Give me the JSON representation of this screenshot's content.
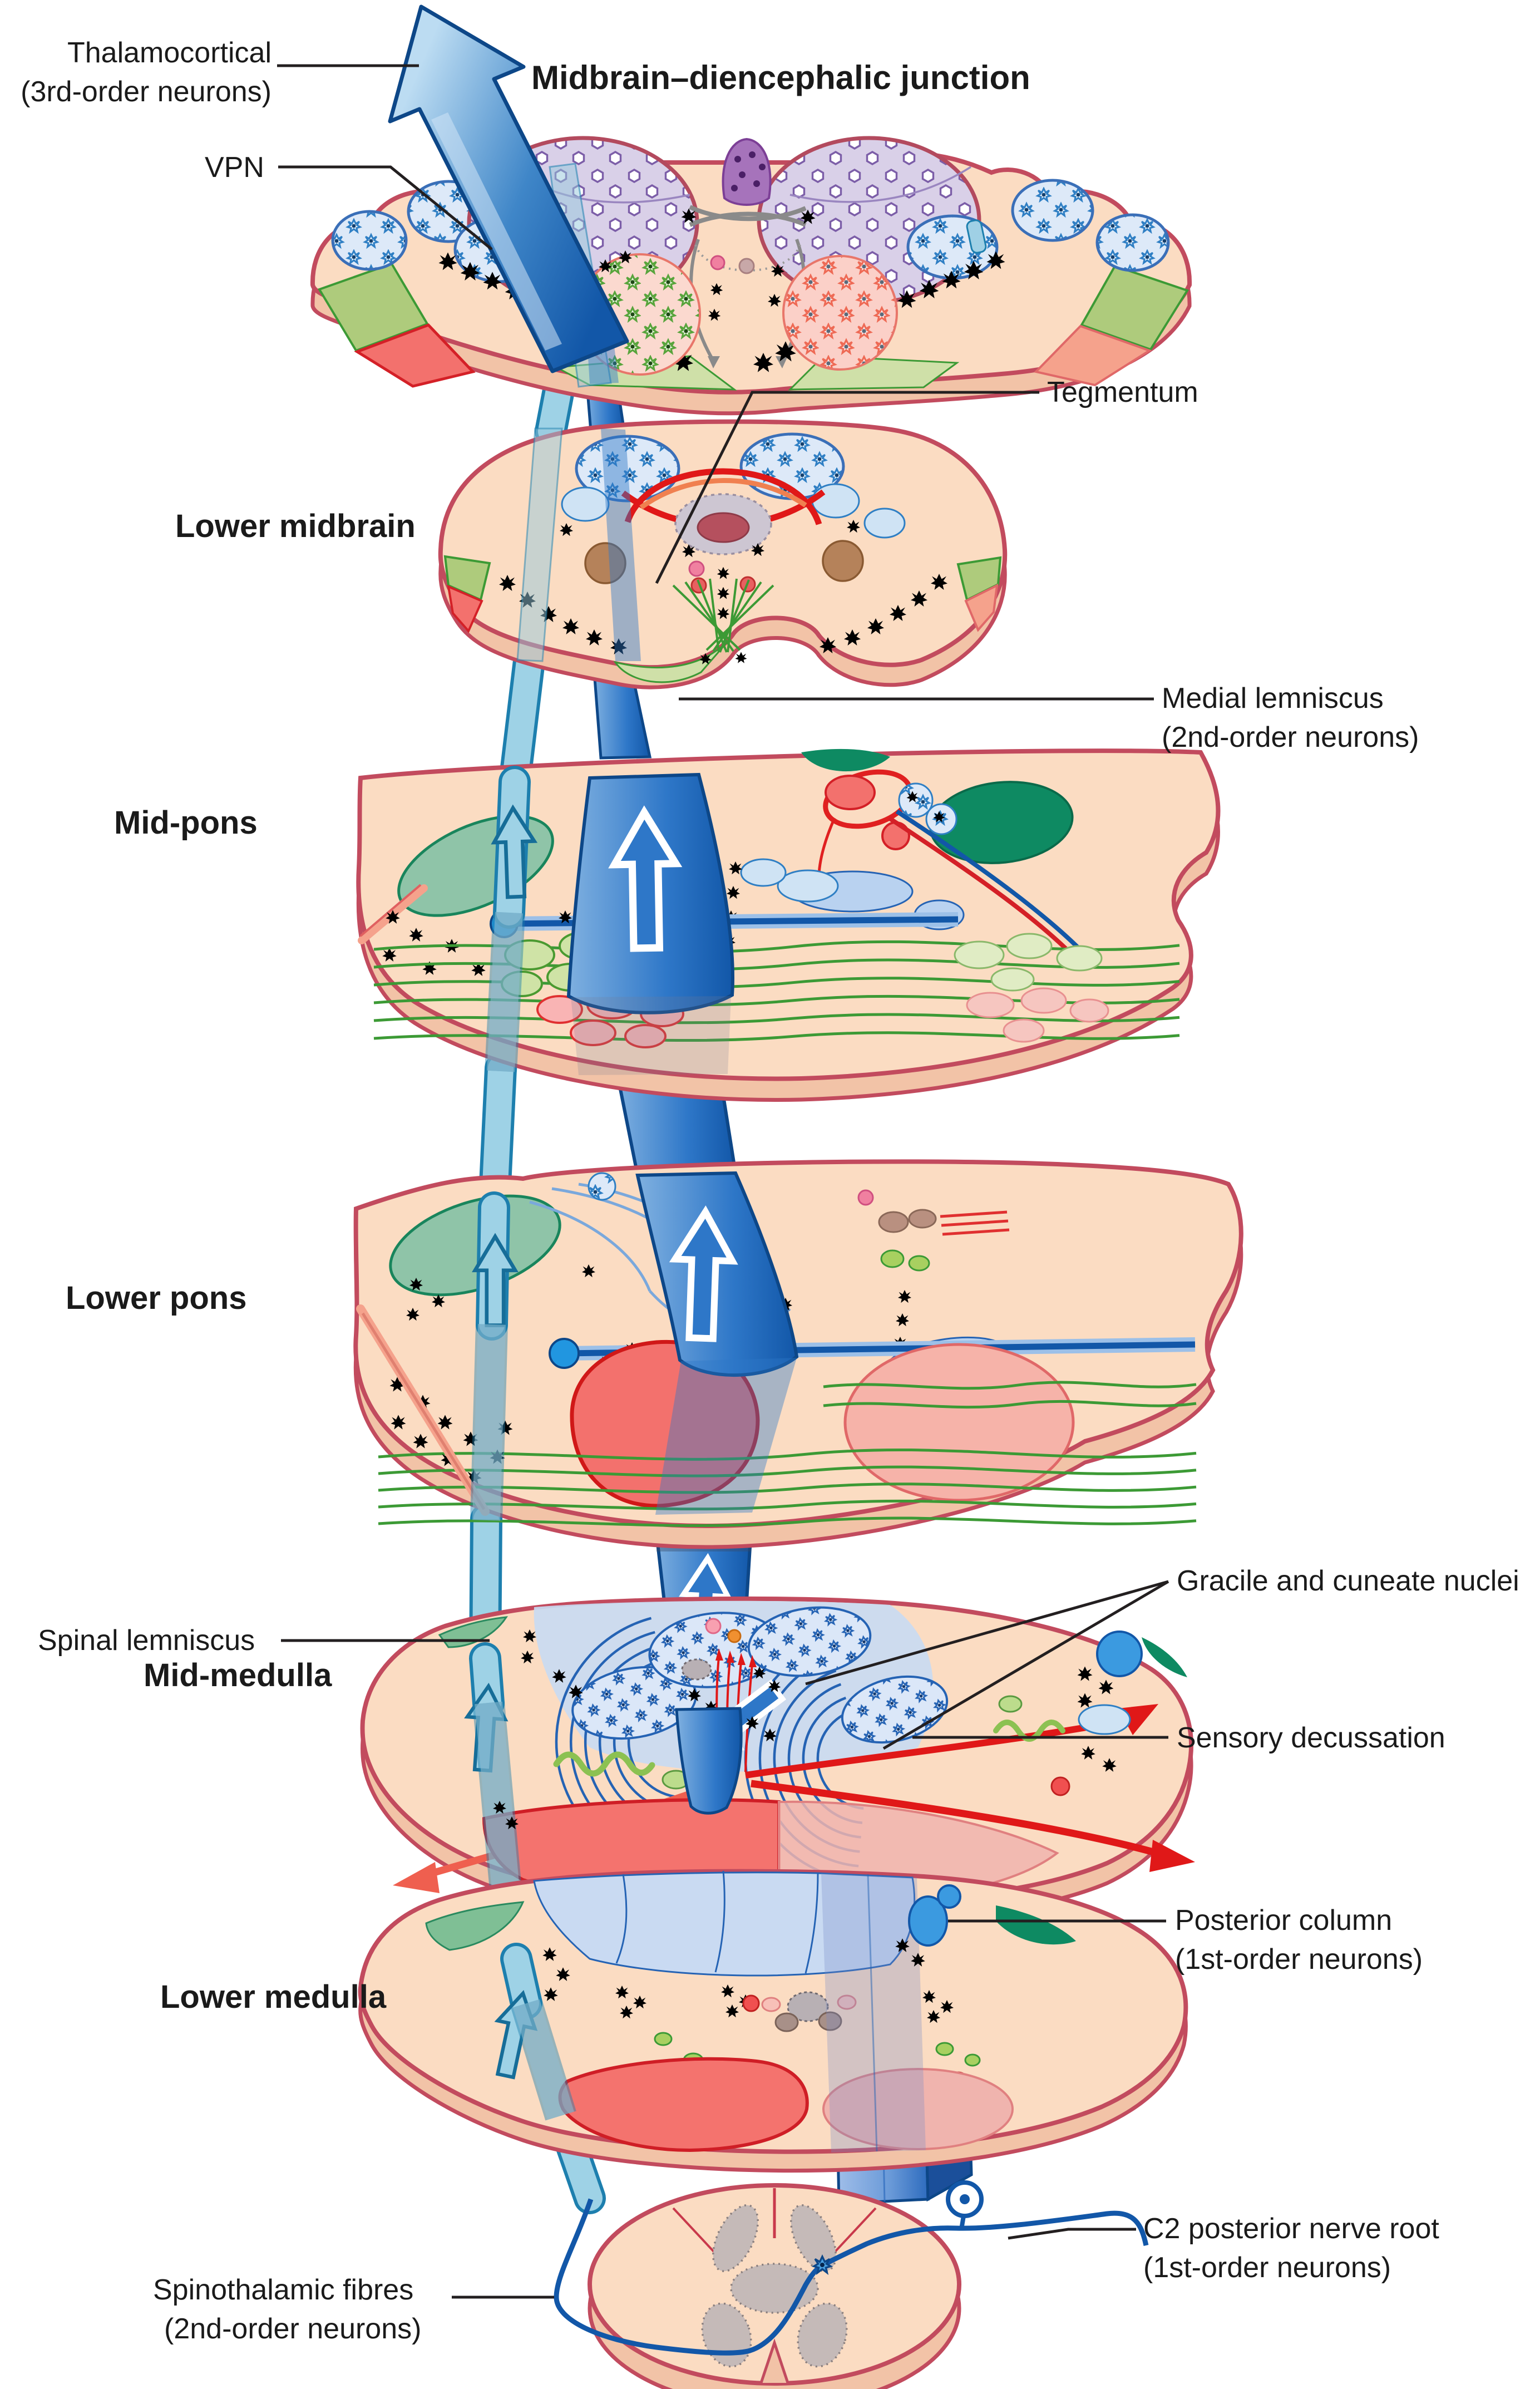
{
  "figure": {
    "title": "Midbrain–diencephalic junction",
    "section_labels": {
      "lower_midbrain": "Lower midbrain",
      "mid_pons": "Mid-pons",
      "lower_pons": "Lower pons",
      "mid_medulla": "Mid-medulla",
      "lower_medulla": "Lower medulla"
    },
    "annotations": {
      "thalamocortical_line1": "Thalamocortical",
      "thalamocortical_line2": "(3rd-order neurons)",
      "vpn": "VPN",
      "tegmentum": "Tegmentum",
      "medial_lemniscus_line1": "Medial lemniscus",
      "medial_lemniscus_line2": "(2nd-order neurons)",
      "spinal_lemniscus": "Spinal lemniscus",
      "gracile_cuneate": "Gracile and cuneate nuclei",
      "sensory_decussation": "Sensory decussation",
      "posterior_column_line1": "Posterior column",
      "posterior_column_line2": "(1st-order neurons)",
      "c2_root_line1": "C2 posterior nerve root",
      "c2_root_line2": "(1st-order neurons)",
      "spinothalamic_line1": "Spinothalamic fibres",
      "spinothalamic_line2": "(2nd-order neurons)"
    },
    "colors": {
      "section_fill": "#fbdcc2",
      "section_border": "#c24b5e",
      "red_area": "#f3716d",
      "green_area": "#aecb7c",
      "thalamus_purple": "#d9d0e8",
      "blue_cell": "#2f7fc4",
      "teal": "#8fc4a8",
      "dark_green": "#0e8a62",
      "arrow_blue": "#2e77c8",
      "tube_light": "#9ed2e6",
      "tube_dark": "#1257a8",
      "band_blue": "#2e6cbe",
      "pyramid_red": "#f4736e",
      "fiber_green": "#3c9a35",
      "fiber_blue": "#2563b4",
      "decussation_red": "#e01818",
      "leader": "#231f20",
      "text": "#1a1a1a"
    }
  }
}
